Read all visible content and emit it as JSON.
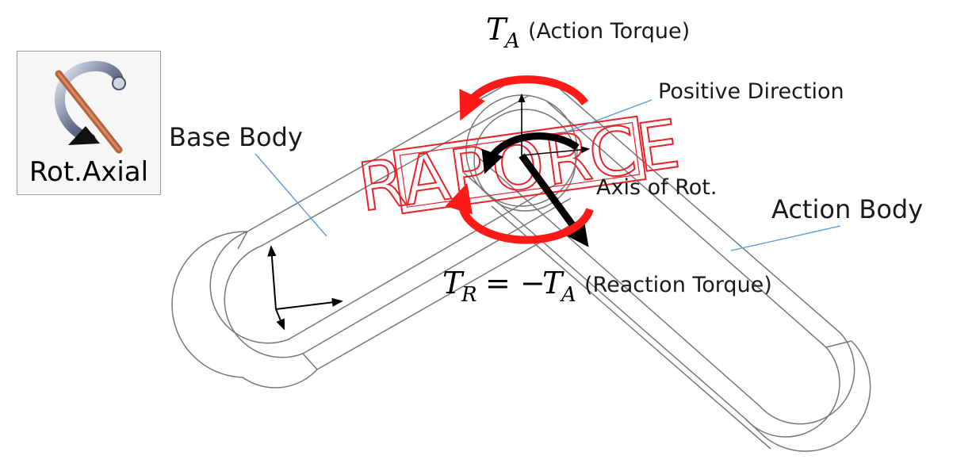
{
  "toolbar_button": {
    "label": "Rot.Axial",
    "icon": "rotational-axial-force-icon"
  },
  "labels": {
    "base_body": "Base Body",
    "action_body": "Action Body",
    "positive_direction": "Positive Direction",
    "axis_of_rotation": "Axis of Rot.",
    "action_torque_symbol": "T",
    "action_torque_subscript": "A",
    "action_torque_text": "(Action Torque)",
    "reaction_torque_symbol": "T",
    "reaction_torque_subscript": "R",
    "equals_minus": "= −",
    "reaction_torque_text": "(Reaction Torque)"
  },
  "watermark": "RAPORCE",
  "colors": {
    "torque_arrow": "#ff1a1a",
    "body_outline": "#777777",
    "leader_line": "#5b9bd5",
    "watermark": "#e8232a",
    "axis_arrow": "#000000"
  }
}
